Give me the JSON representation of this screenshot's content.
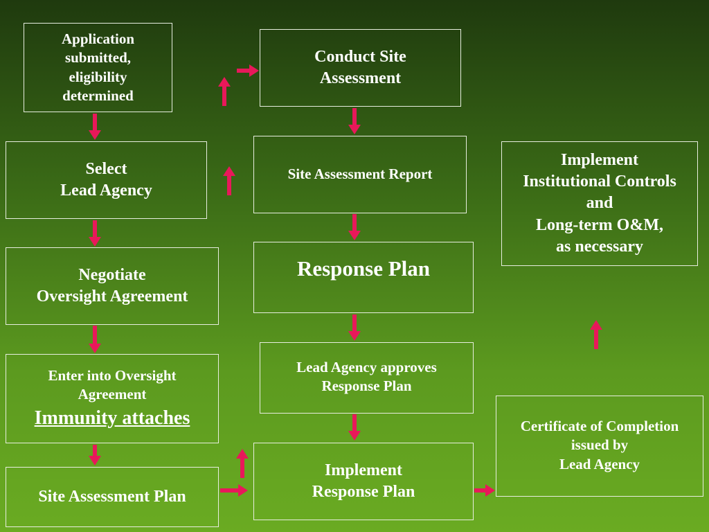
{
  "boxes": {
    "application": [
      "Application",
      "submitted,",
      "eligibility",
      "determined"
    ],
    "select_agency": [
      "Select",
      "Lead Agency"
    ],
    "negotiate": [
      "Negotiate",
      "Oversight Agreement"
    ],
    "enter_oversight": [
      "Enter into Oversight",
      "Agreement"
    ],
    "immunity": "Immunity attaches",
    "site_assessment_plan": "Site Assessment Plan",
    "conduct_site": [
      "Conduct Site",
      "Assessment"
    ],
    "site_report": "Site Assessment Report",
    "response_plan": "Response Plan",
    "approves": [
      "Lead Agency approves",
      "Response Plan"
    ],
    "implement_plan": [
      "Implement",
      "Response Plan"
    ],
    "certificate": [
      "Certificate of Completion",
      "issued by",
      "Lead Agency"
    ],
    "institutional": [
      "Implement",
      "Institutional Controls",
      "and",
      "Long-term O&M,",
      "as necessary"
    ]
  },
  "colors": {
    "arrow": "#e8185a",
    "border": "#e8eee0",
    "text": "#ffffff"
  }
}
